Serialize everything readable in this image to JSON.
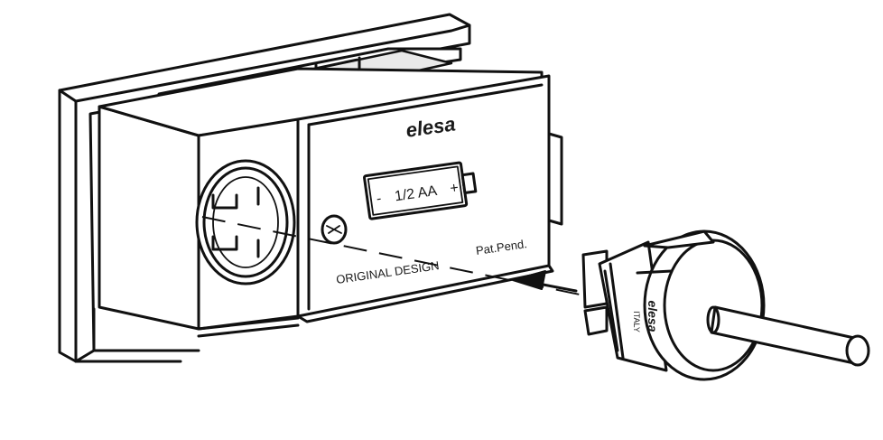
{
  "housing": {
    "brand_logo": "elesa",
    "battery_label": "1/2 AA",
    "battery_minus": "-",
    "battery_plus": "+",
    "original_design_label": "ORIGINAL DESIGN",
    "patent_label": "Pat.Pend."
  },
  "cap": {
    "brand_logo": "elesa",
    "country_label": "ITALY"
  },
  "icons": {
    "insert_arrow": "arrow-left-icon",
    "screw": "screw-icon"
  }
}
